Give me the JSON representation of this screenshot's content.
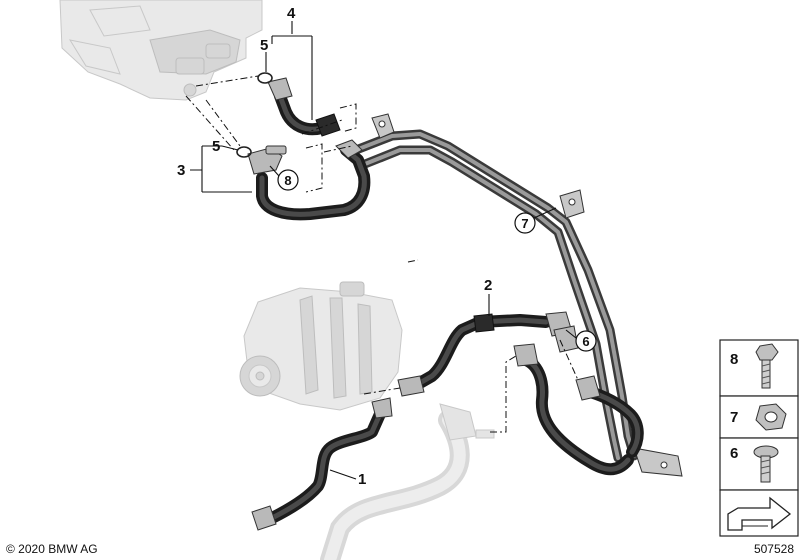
{
  "callouts": {
    "c1": "1",
    "c2": "2",
    "c3": "3",
    "c4": "4",
    "c5a": "5",
    "c5b": "5",
    "c6": "6",
    "c7": "7",
    "c8": "8"
  },
  "legend": {
    "items": [
      {
        "number": "8",
        "icon": "bolt-icon"
      },
      {
        "number": "7",
        "icon": "hex-nut-icon"
      },
      {
        "number": "6",
        "icon": "screw-icon"
      }
    ],
    "arrow_icon": "direction-arrow-icon"
  },
  "footer": {
    "copyright": "© 2020 BMW AG",
    "diagram_number": "507528"
  }
}
